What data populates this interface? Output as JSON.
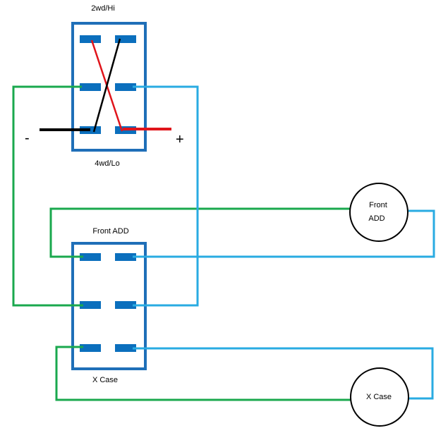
{
  "labels": {
    "switch_top": "2wd/Hi",
    "switch_bottom": "4wd/Lo",
    "negative": "-",
    "positive": "+",
    "switch2_title": "Front ADD",
    "switch3_caption": "X Case"
  },
  "components": {
    "front_add": {
      "line1": "Front",
      "line2": "ADD"
    },
    "x_case": {
      "label": "X Case"
    }
  },
  "colors": {
    "outline": "#1f6fb8",
    "terminal": "#0b6fbd",
    "green_wire": "#1aa84e",
    "blue_wire": "#29abe2",
    "red_wire": "#e0141b",
    "black_wire": "#000000"
  }
}
